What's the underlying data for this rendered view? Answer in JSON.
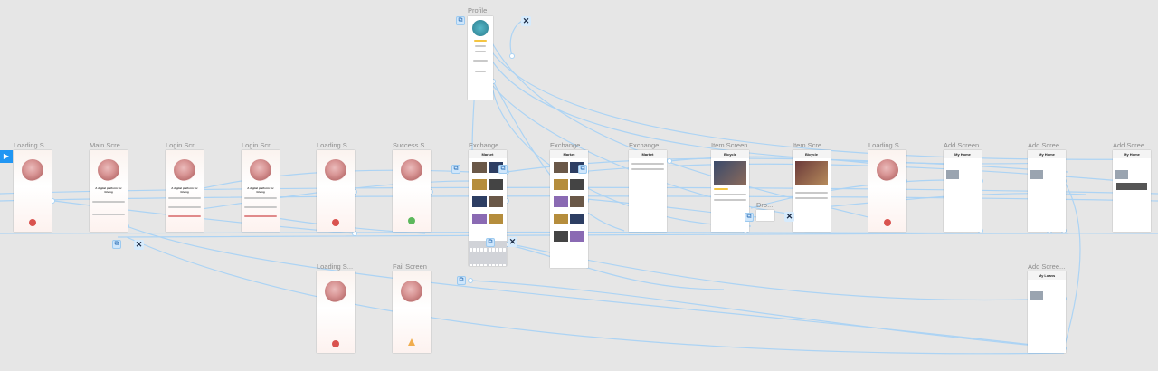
{
  "canvas": {
    "background": "#e6e6e6",
    "wire_color": "#a9d3f5",
    "accent": "#2196f3"
  },
  "start_icon": "play-icon",
  "frames": {
    "profile": {
      "title": "Profile"
    },
    "loading_1": {
      "title": "Loading S..."
    },
    "main": {
      "title": "Main Scre...",
      "tagline": "A digital platform for Giving"
    },
    "login_1": {
      "title": "Login Scr...",
      "tagline": "A digital platform for Giving"
    },
    "login_2": {
      "title": "Login Scr...",
      "tagline": "A digital platform for Giving"
    },
    "loading_2": {
      "title": "Loading S..."
    },
    "success": {
      "title": "Success S..."
    },
    "exchange_1": {
      "title": "Exchange ...",
      "header": "Market"
    },
    "exchange_2": {
      "title": "Exchange ...",
      "header": "Market"
    },
    "exchange_3": {
      "title": "Exchange ...",
      "header": "Market"
    },
    "item_1": {
      "title": "Item Screen",
      "header": "Bicycle"
    },
    "item_2": {
      "title": "Item Scre...",
      "header": "Bicycle"
    },
    "loading_3": {
      "title": "Loading S..."
    },
    "add_1": {
      "title": "Add Screen",
      "header": "My Home"
    },
    "add_2": {
      "title": "Add Scree...",
      "header": "My Home"
    },
    "add_3": {
      "title": "Add Scree...",
      "header": "My Home"
    },
    "add_4": {
      "title": "Add Scree...",
      "header": "My Loans"
    },
    "loading_4": {
      "title": "Loading S..."
    },
    "fail": {
      "title": "Fail Screen"
    },
    "dropdown": {
      "title": "Dro..."
    }
  },
  "overlays": {
    "close_symbol": "✕",
    "hotspot_symbol": "⧉"
  }
}
